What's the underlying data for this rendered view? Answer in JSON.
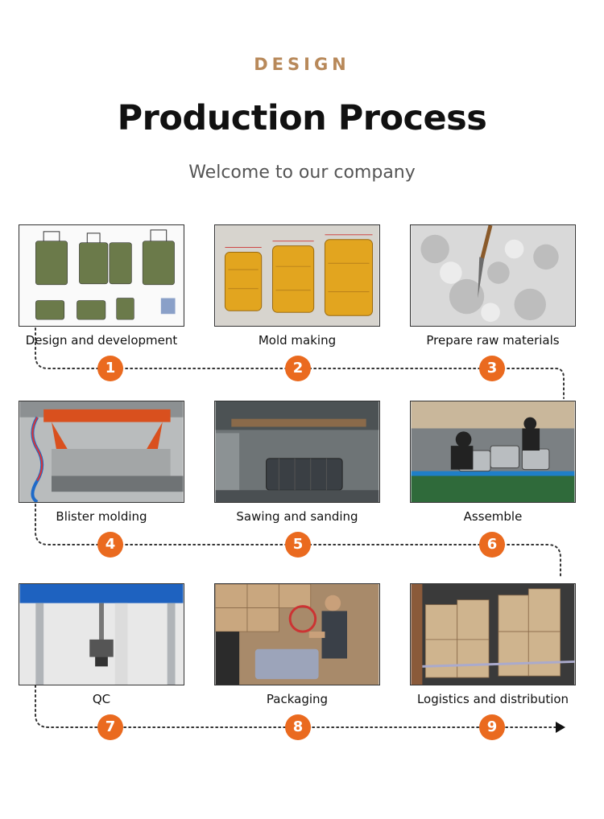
{
  "header": {
    "eyebrow": "DESIGN",
    "title": "Production Process",
    "subtitle": "Welcome to our company"
  },
  "steps": [
    {
      "number": "1",
      "label": "Design and development"
    },
    {
      "number": "2",
      "label": "Mold making"
    },
    {
      "number": "3",
      "label": "Prepare raw materials"
    },
    {
      "number": "4",
      "label": "Blister molding"
    },
    {
      "number": "5",
      "label": "Sawing and sanding"
    },
    {
      "number": "6",
      "label": "Assemble"
    },
    {
      "number": "7",
      "label": "QC"
    },
    {
      "number": "8",
      "label": "Packaging"
    },
    {
      "number": "9",
      "label": "Logistics and distribution"
    }
  ],
  "colors": {
    "accent": "#ea6a1f",
    "eyebrow": "#b8895a",
    "connector": "#333333"
  },
  "icons": {
    "end_arrow": "arrow-right-icon"
  }
}
